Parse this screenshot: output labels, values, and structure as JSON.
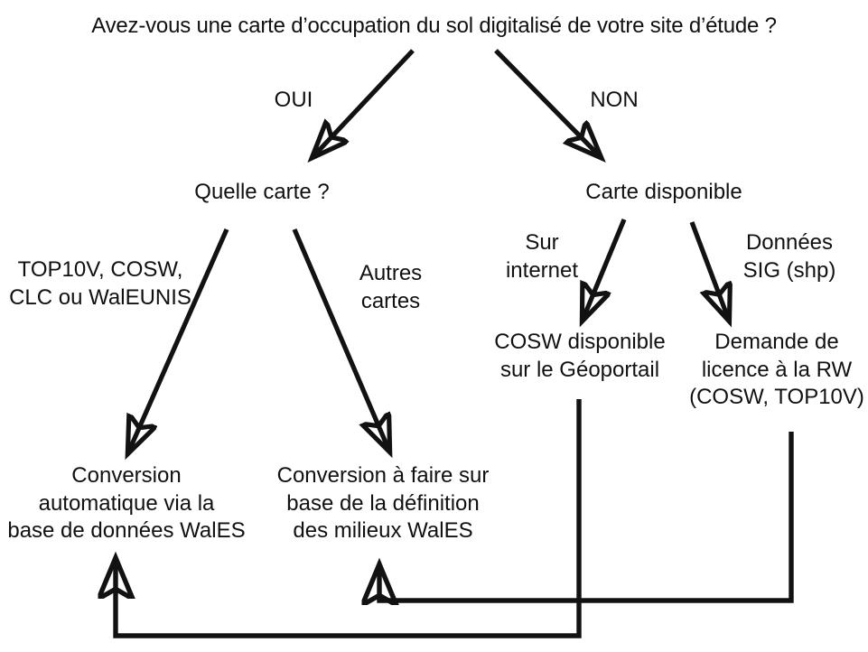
{
  "diagram": {
    "title": "Avez-vous une carte d’occupation du sol digitalisé de votre site d’étude ?",
    "language": "fr",
    "stroke_color": "#121212",
    "background_color": "#ffffff",
    "text_color": "#111111",
    "nodes": {
      "root_question": "Avez-vous une carte d’occupation du sol digitalisé de votre site d’étude ?",
      "branch_yes_label": "OUI",
      "branch_no_label": "NON",
      "which_map": "Quelle carte ?",
      "map_available": "Carte disponible",
      "edge_top10v": "TOP10V, COSW,\nCLC ou WalEUNIS",
      "edge_other_maps": "Autres\ncartes",
      "edge_on_internet": "Sur\ninternet",
      "edge_gis_data": "Données\nSIG (shp)",
      "cosw_geoportail": "COSW disponible\nsur le Géoportail",
      "licence_rw": "Demande de\nlicence à la RW\n(COSW, TOP10V)",
      "auto_conversion": "Conversion\nautomatique via la\nbase de données WalES",
      "manual_conversion": "Conversion à faire sur\nbase de la définition\ndes milieux WalES"
    }
  },
  "chart_data": {
    "type": "diagram",
    "title": "Avez-vous une carte d’occupation du sol digitalisé de votre site d’étude ?",
    "nodes": [
      {
        "id": "q0",
        "label": "Avez-vous une carte d’occupation du sol digitalisé de votre site d’étude ?",
        "kind": "question"
      },
      {
        "id": "q1",
        "label": "Quelle carte ?",
        "kind": "question"
      },
      {
        "id": "q2",
        "label": "Carte disponible",
        "kind": "question"
      },
      {
        "id": "n1",
        "label": "COSW disponible sur le Géoportail",
        "kind": "action"
      },
      {
        "id": "n2",
        "label": "Demande de licence à la RW (COSW, TOP10V)",
        "kind": "action"
      },
      {
        "id": "n3",
        "label": "Conversion automatique via la base de données WalES",
        "kind": "outcome"
      },
      {
        "id": "n4",
        "label": "Conversion à faire sur base de la définition des milieux WalES",
        "kind": "outcome"
      }
    ],
    "edges": [
      {
        "from": "q0",
        "to": "q1",
        "label": "OUI"
      },
      {
        "from": "q0",
        "to": "q2",
        "label": "NON"
      },
      {
        "from": "q1",
        "to": "n3",
        "label": "TOP10V, COSW, CLC ou WalEUNIS"
      },
      {
        "from": "q1",
        "to": "n4",
        "label": "Autres cartes"
      },
      {
        "from": "q2",
        "to": "n1",
        "label": "Sur internet"
      },
      {
        "from": "q2",
        "to": "n2",
        "label": "Données SIG (shp)"
      },
      {
        "from": "n1",
        "to": "n3",
        "label": ""
      },
      {
        "from": "n2",
        "to": "n4",
        "label": ""
      }
    ]
  }
}
